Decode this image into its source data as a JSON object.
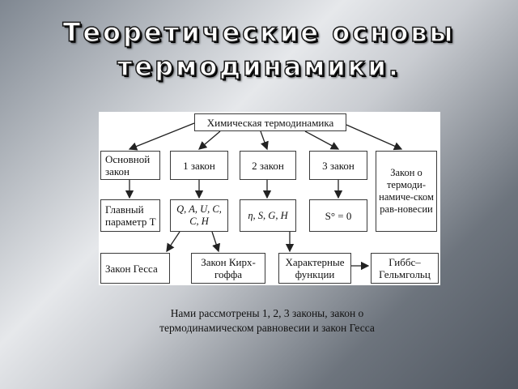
{
  "title": {
    "line1": "Теоретические основы",
    "line2": "термодинамики."
  },
  "diagram": {
    "root": "Химическая термодинамика",
    "row1": {
      "basic_law": "Основной закон",
      "law1": "1 закон",
      "law2": "2 закон",
      "law3": "3 закон",
      "equilibrium": "Закон о термоди-намиче-ском рав-новесии"
    },
    "row2": {
      "main_param": "Главный параметр T",
      "law1_params": "Q, A, U, C, C, H",
      "law2_params": "η, S, G, H",
      "law3_params": "S° = 0"
    },
    "row3": {
      "hess": "Закон Гесса",
      "kirchhoff": "Закон Кирх-гоффа",
      "characteristic": "Характерные функции",
      "gibbs": "Гиббс–Гельмгольц"
    }
  },
  "caption": {
    "line1": "Нами рассмотрены 1, 2, 3 законы, закон о",
    "line2": "термодинамическом равновесии и закон Гесса"
  }
}
